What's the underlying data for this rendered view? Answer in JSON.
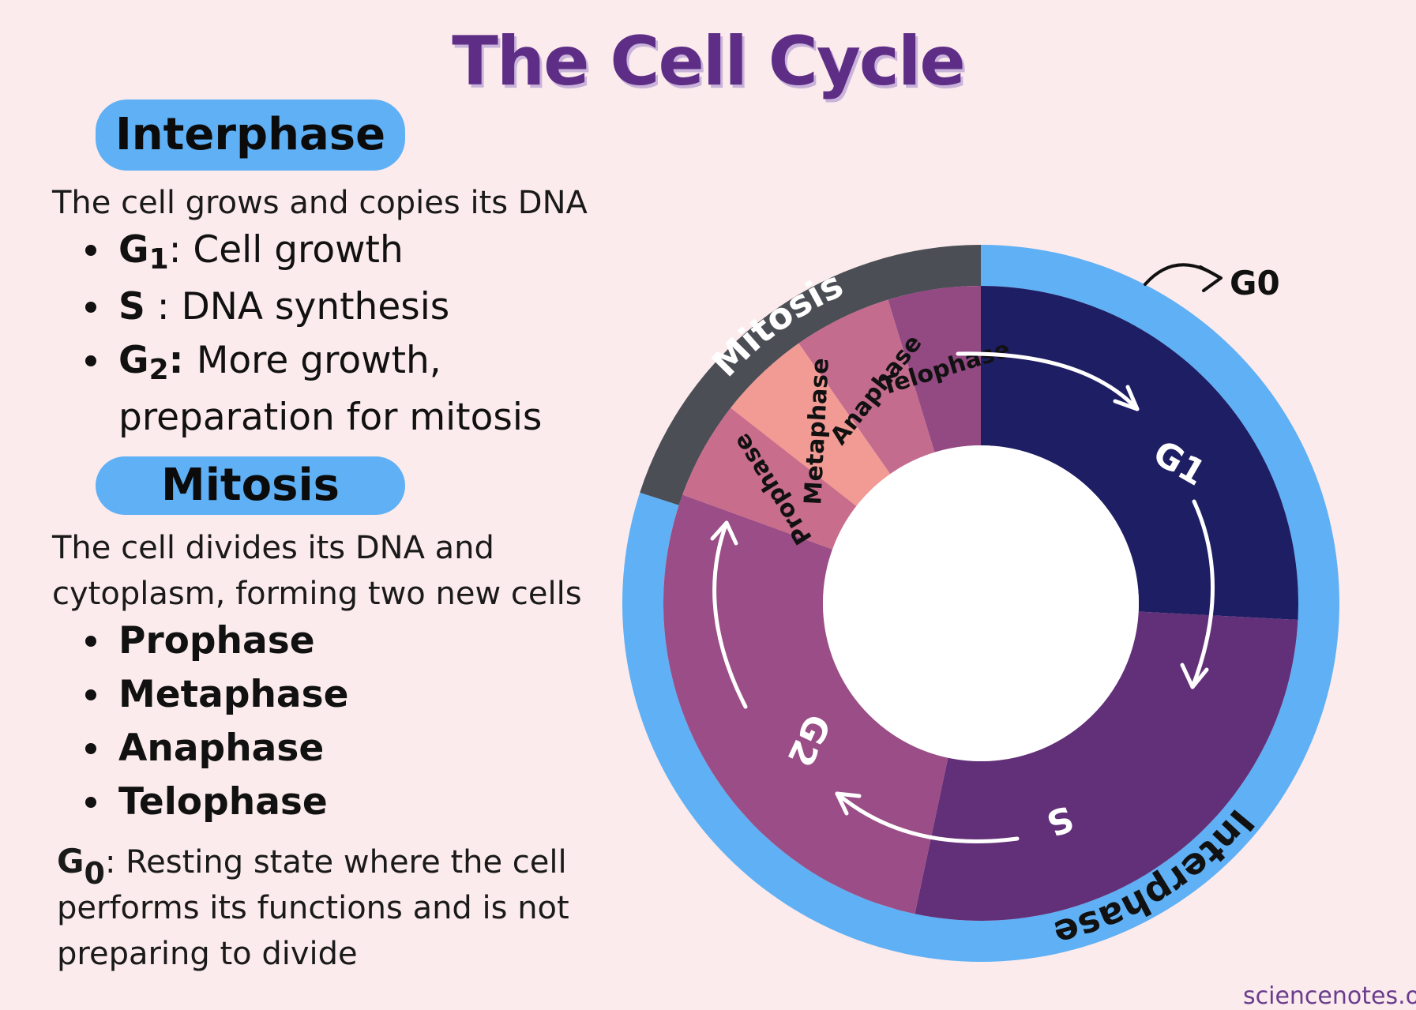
{
  "title": "The Cell Cycle",
  "interphase": {
    "heading": "Interphase",
    "description": "The cell grows and copies its DNA",
    "items": [
      {
        "term": "G",
        "sub": "1",
        "sep": ": ",
        "text": "Cell growth"
      },
      {
        "term": "S",
        "sub": "",
        "sep": " : ",
        "text": "DNA synthesis"
      },
      {
        "term": "G",
        "sub": "2",
        "sep": ": ",
        "text": "More growth, preparation for mitosis"
      }
    ]
  },
  "mitosis": {
    "heading": "Mitosis",
    "description": "The cell divides its DNA and cytoplasm, forming two new cells",
    "items": [
      "Prophase",
      "Metaphase",
      "Anaphase",
      "Telophase"
    ]
  },
  "g0_note": {
    "term": "G",
    "sub": "0",
    "text": ": Resting state where the cell performs its functions and is not preparing to divide"
  },
  "diagram": {
    "outer_labels": {
      "mitosis": "Mitosis",
      "interphase": "Interphase"
    },
    "inner_labels": {
      "g1": "G1",
      "s": "S",
      "g2": "G2"
    },
    "mitosis_phases": [
      "Prophase",
      "Metaphase",
      "Anaphase",
      "Telophase"
    ],
    "exit_label": "G0",
    "colors": {
      "outer_interphase": "#5fb0f5",
      "outer_mitosis": "#4b4e55",
      "g1": "#1e1e64",
      "s": "#623078",
      "g2": "#9a4d86",
      "prophase": "#c96d8c",
      "metaphase": "#f29a94",
      "anaphase": "#c46c8e",
      "telophase": "#934a82"
    }
  },
  "footer": "sciencenotes.org"
}
